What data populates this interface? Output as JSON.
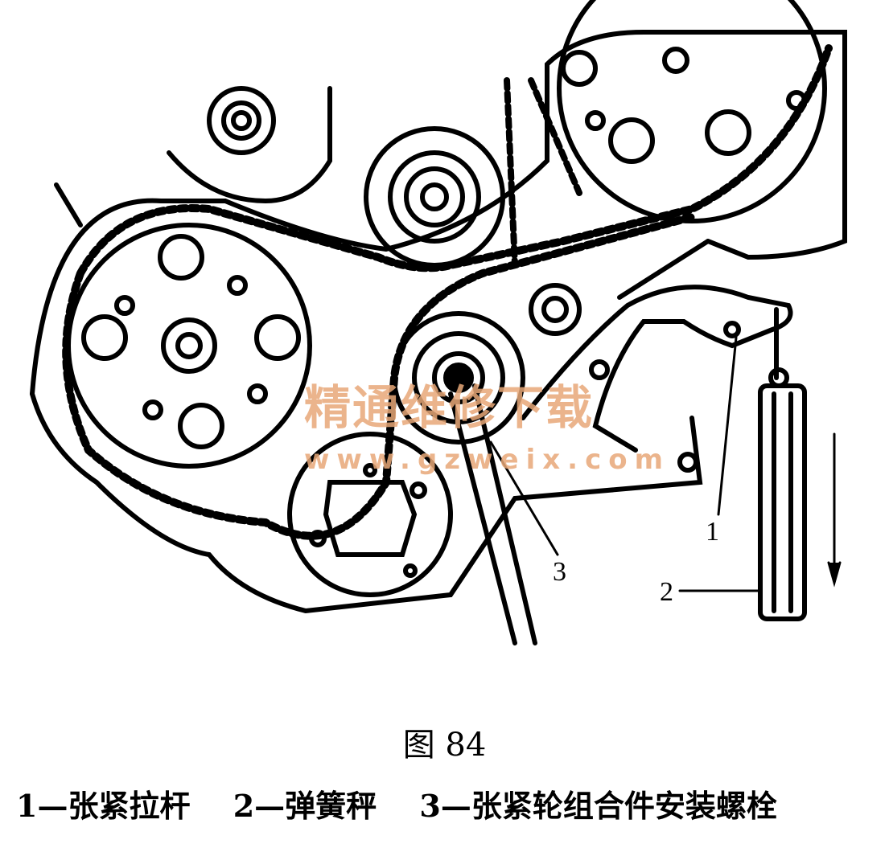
{
  "diagram": {
    "callouts": [
      "1",
      "2",
      "3"
    ],
    "watermark": {
      "title": "精通维修下载",
      "url": "www.gzweix.com"
    }
  },
  "caption": {
    "figure": "图 84",
    "legend": [
      "1—张紧拉杆",
      "2—弹簧秤",
      "3—张紧轮组合件安装螺栓"
    ]
  }
}
